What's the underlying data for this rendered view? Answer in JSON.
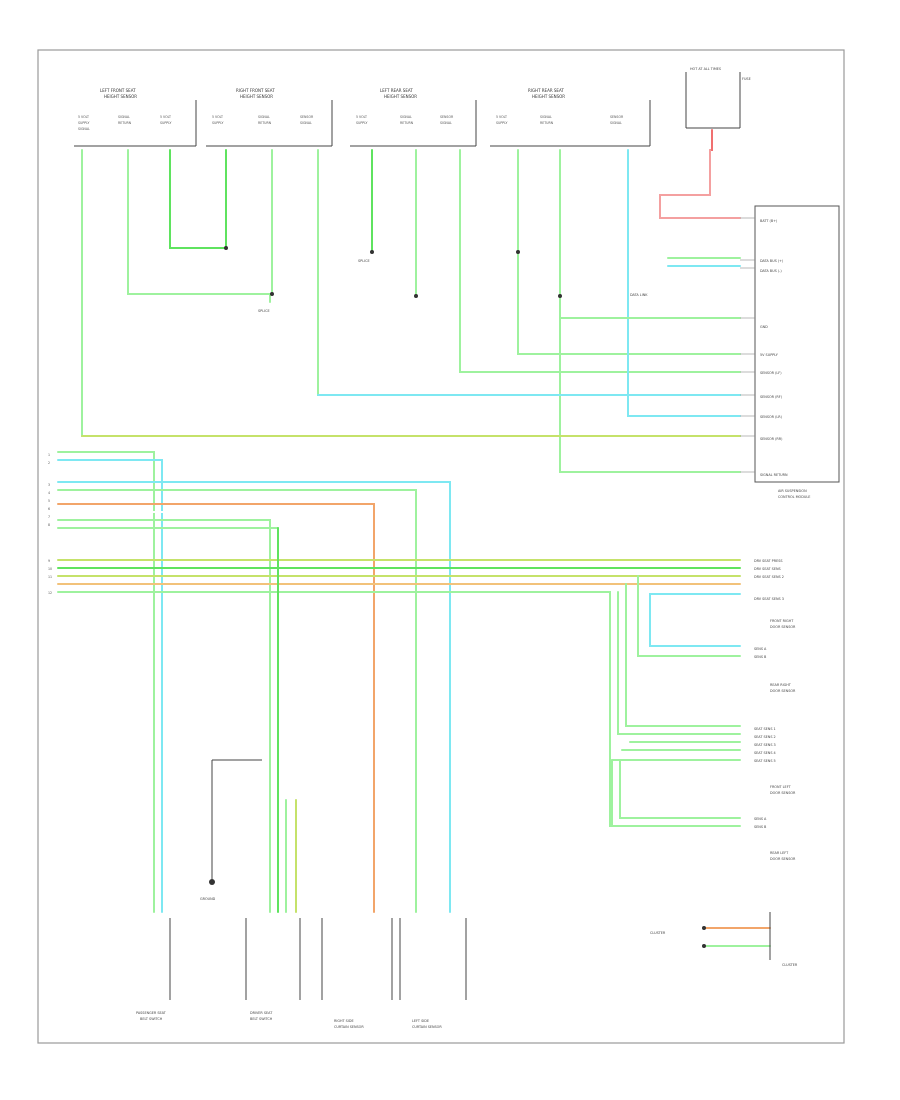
{
  "colors": {
    "green": "#5fe35f",
    "light_green": "#9ef29e",
    "cyan": "#7ee8f2",
    "yellow_green": "#c5e26a",
    "orange": "#f2a56a",
    "red": "#f07070",
    "pink": "#f4a0a0",
    "black": "#444444"
  },
  "sensors_top": [
    {
      "name": "LEFT FRONT SEAT\nHEIGHT SENSOR"
    },
    {
      "name": "RIGHT FRONT SEAT\nHEIGHT SENSOR"
    },
    {
      "name": "LEFT REAR SEAT\nHEIGHT SENSOR"
    },
    {
      "name": "RIGHT REAR SEAT\nHEIGHT SENSOR"
    }
  ],
  "module_labels": {
    "right_module": "AIR SUSPENSION\nCONTROL MODULE",
    "front_right_door": "FRONT RIGHT\nDOOR SENSOR",
    "rear_right_door": "REAR RIGHT\nDOOR SENSOR",
    "front_left_door": "FRONT LEFT\nDOOR SENSOR",
    "rear_left_door": "REAR LEFT\nDOOR SENSOR",
    "bottom_left_1": "PASSENGER SEAT\nBELT SWITCH",
    "bottom_left_2": "DRIVER SEAT\nBELT SWITCH",
    "bottom_mid_1": "RIGHT SIDE\nCURTAIN SENSOR",
    "bottom_mid_2": "LEFT SIDE\nCURTAIN SENSOR",
    "ground": "GROUND",
    "page_code": "",
    "right_lower": "CLUSTER"
  }
}
